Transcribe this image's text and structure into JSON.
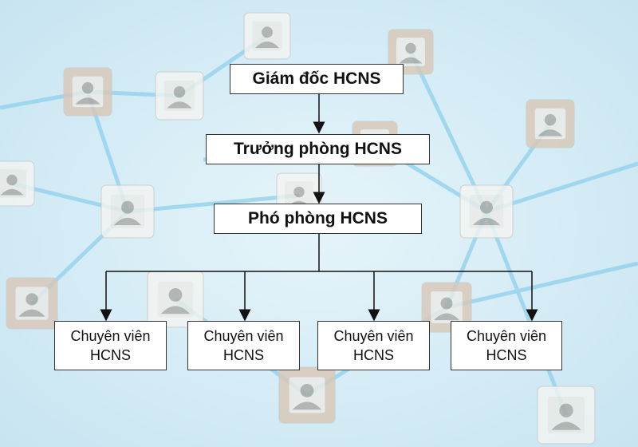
{
  "chart": {
    "top": {
      "label": "Giám đốc HCNS"
    },
    "second": {
      "label": "Trưởng phòng HCNS"
    },
    "third": {
      "label": "Phó phòng HCNS"
    },
    "staff": [
      {
        "line1": "Chuyên viên",
        "line2": "HCNS"
      },
      {
        "line1": "Chuyên viên",
        "line2": "HCNS"
      },
      {
        "line1": "Chuyên viên",
        "line2": "HCNS"
      },
      {
        "line1": "Chuyên viên",
        "line2": "HCNS"
      }
    ]
  },
  "background": {
    "description_icon": "user-block-icon",
    "accent": "#7cc6e6",
    "block_white": "#f4f4f2",
    "block_wood": "#d9c7b6"
  }
}
